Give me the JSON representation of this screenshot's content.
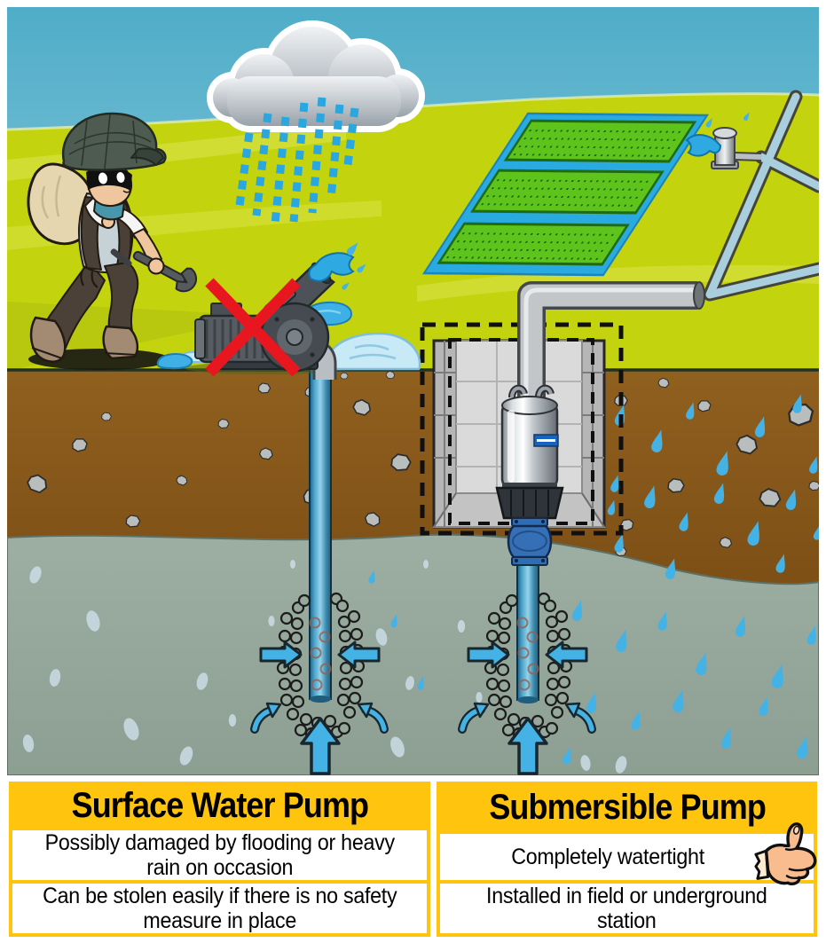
{
  "table": {
    "columns": [
      {
        "header": "Surface Water Pump",
        "rows": [
          "Possibly damaged by flooding or heavy rain on occasion",
          "Can be stolen easily if there is no safety measure in place"
        ]
      },
      {
        "header": "Submersible Pump",
        "rows": [
          "Completely watertight",
          "Installed in field or underground station"
        ]
      }
    ]
  },
  "icons": {
    "thumbs_up": "👍",
    "red_cross": "✕",
    "rain_cloud": "🌧",
    "wrench": "🔧"
  },
  "colors": {
    "table_header_yellow": "#FFC40D",
    "alert_red": "#E8161E",
    "water_blue": "#29ABE2",
    "rain_blue": "#45B2E6",
    "field_green": "#5EC41C",
    "grass_yellow_green": "#C3D30E",
    "soil_brown": "#8A5A1E",
    "aquifer_gray_green": "#96A89C",
    "pipe_gray": "#BFBFBF",
    "sky_blue": "#4FADC8"
  }
}
